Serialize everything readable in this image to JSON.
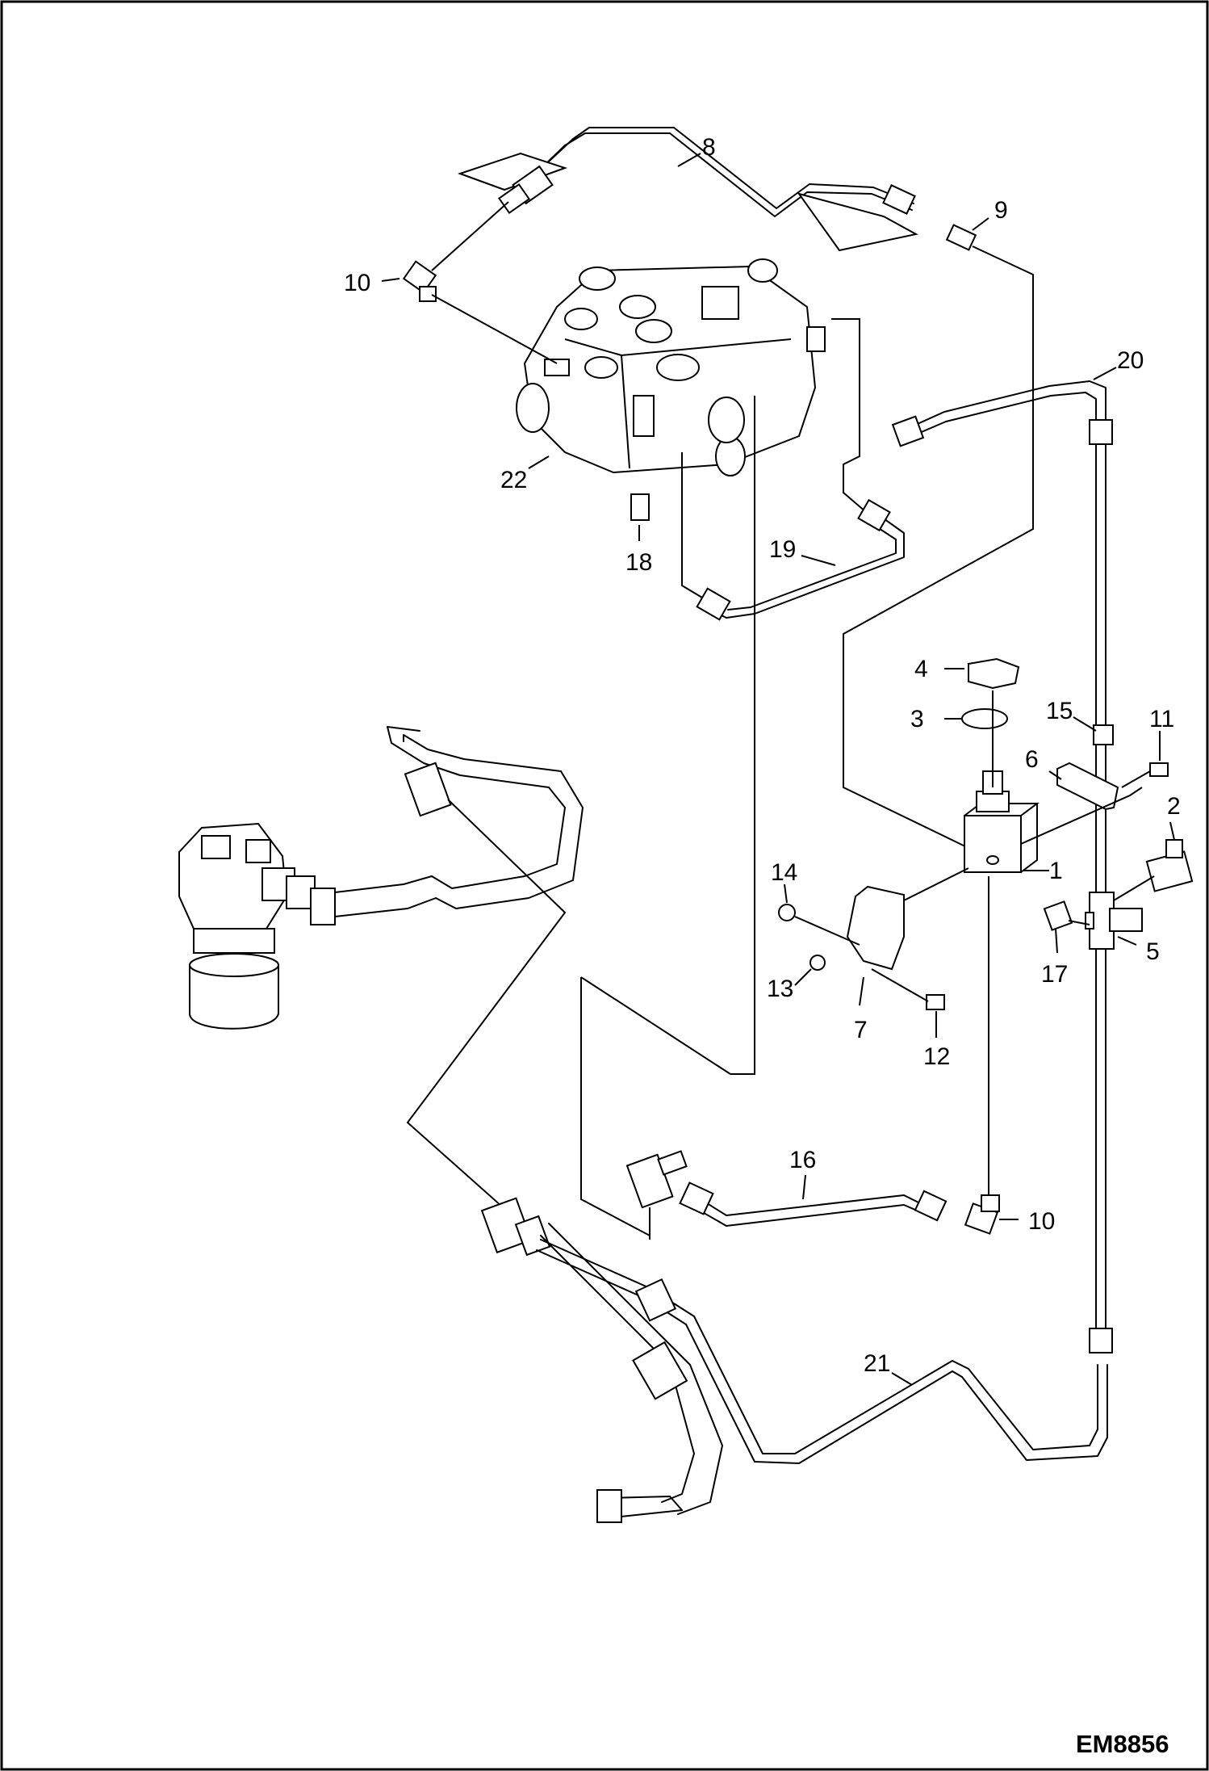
{
  "diagram": {
    "code": "EM8856",
    "callouts": {
      "c1": "1",
      "c2": "2",
      "c3": "3",
      "c4": "4",
      "c5": "5",
      "c6": "6",
      "c7": "7",
      "c8": "8",
      "c9": "9",
      "c10a": "10",
      "c10b": "10",
      "c11": "11",
      "c12": "12",
      "c13": "13",
      "c14": "14",
      "c15": "15",
      "c16": "16",
      "c17": "17",
      "c18": "18",
      "c19": "19",
      "c20": "20",
      "c21": "21",
      "c22": "22"
    }
  }
}
